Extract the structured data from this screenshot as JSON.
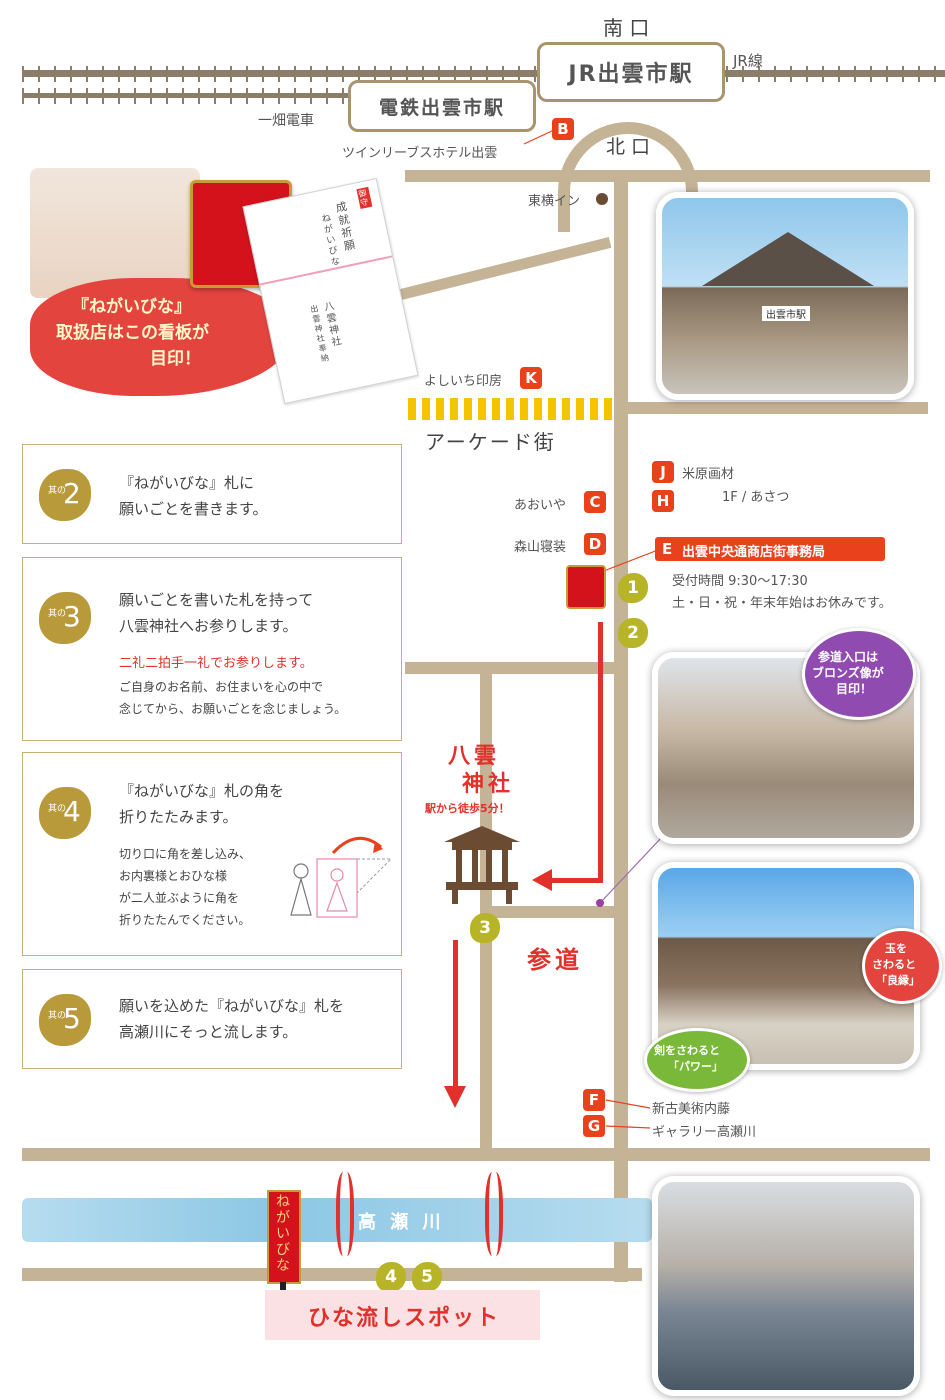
{
  "stations": {
    "south_exit": "南 口",
    "jr_station": "JR出雲市駅",
    "jr_line": "JR線",
    "dentetsu_station": "電鉄出雲市駅",
    "ichibata_line": "一畑電車",
    "north_exit": "北 口"
  },
  "places": {
    "hotel": {
      "badge": "B",
      "name": "ツインリーブスホテル出雲"
    },
    "toyoko": "東横イン",
    "yoshiichi": {
      "badge": "K",
      "name": "よしいち印房"
    },
    "arcade": "アーケード街",
    "yonehara": {
      "badge": "J",
      "name": "米原画材"
    },
    "asatsu": {
      "badge": "H",
      "name": "1F / あさつ"
    },
    "aoiya": {
      "badge": "C",
      "name": "あおいや"
    },
    "moriyama": {
      "badge": "D",
      "name": "森山寝装"
    },
    "office": {
      "badge": "E",
      "name": "出雲中央通商店街事務局",
      "hours": "受付時間 9:30〜17:30",
      "closed": "土・日・祝・年末年始はお休みです。"
    },
    "shrine": {
      "name_1": "八雲",
      "name_2": "神社",
      "walk": "駅から徒歩5分！"
    },
    "sando": "参道",
    "shinko": {
      "badge": "F",
      "name": "新古美術内藤"
    },
    "gallery": {
      "badge": "G",
      "name": "ギャラリー高瀬川"
    },
    "river": "高 瀬 川",
    "spot": "ひな流しスポット"
  },
  "markers": {
    "m1": "1",
    "m2": "2",
    "m3": "3",
    "m4": "4",
    "m5": "5"
  },
  "sign": {
    "vertical": "ねがいびな"
  },
  "promo": {
    "line1": "『ねがいびな』",
    "line2": "取扱店はこの看板が",
    "line3": "目印！"
  },
  "envelope": {
    "col1": "成就祈願",
    "col2": "ねがいびな",
    "col3": "八雲神社",
    "col4": "出雲神社奉納",
    "tag": "御守"
  },
  "bubbles": {
    "bronze": [
      "参道入口は",
      "ブロンズ像が",
      "目印！"
    ],
    "tama": [
      "玉を",
      "さわると",
      "「良縁」"
    ],
    "ken": [
      "剣をさわると",
      "「パワー」"
    ]
  },
  "photo_station_sign": "出雲市駅",
  "steps": [
    {
      "sono": "其の",
      "num": "2",
      "lines": [
        "『ねがいびな』札に",
        "願いごとを書きます。"
      ]
    },
    {
      "sono": "其の",
      "num": "3",
      "lines": [
        "願いごとを書いた札を持って",
        "八雲神社へお参りします。"
      ],
      "red": "二礼二拍手一礼でお参りします。",
      "notes": [
        "ご自身のお名前、お住まいを心の中で",
        "念じてから、お願いごとを念じましょう。"
      ]
    },
    {
      "sono": "其の",
      "num": "4",
      "lines": [
        "『ねがいびな』札の角を",
        "折りたたみます。"
      ],
      "notes": [
        "切り口に角を差し込み、",
        "お内裏様とおひな様",
        "が二人並ぶように角を",
        "折りたたんでください。"
      ]
    },
    {
      "sono": "其の",
      "num": "5",
      "lines": [
        "願いを込めた『ねがいびな』札を",
        "高瀬川にそっと流します。"
      ]
    }
  ],
  "colors": {
    "road": "#c5b396",
    "accent_red": "#e2302a",
    "badge_red": "#e8411c",
    "marker_olive": "#b8b428",
    "step_gold": "#b89a3a",
    "river": "#9fd0e8"
  }
}
